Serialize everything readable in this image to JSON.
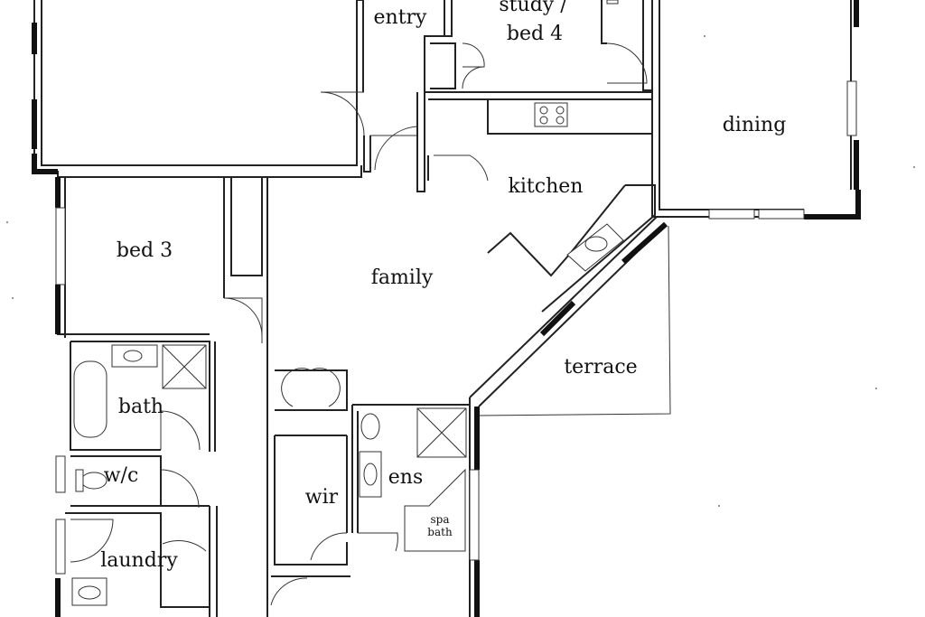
{
  "plan": {
    "rooms": {
      "entry": "entry",
      "study": "study /",
      "bed4": "bed 4",
      "dining": "dining",
      "kitchen": "kitchen",
      "bed3": "bed 3",
      "family": "family",
      "terrace": "terrace",
      "bath": "bath",
      "wc": "w/c",
      "wir": "wir",
      "ens": "ens",
      "spa1": "spa",
      "spa2": "bath",
      "laundry": "laundry"
    }
  }
}
